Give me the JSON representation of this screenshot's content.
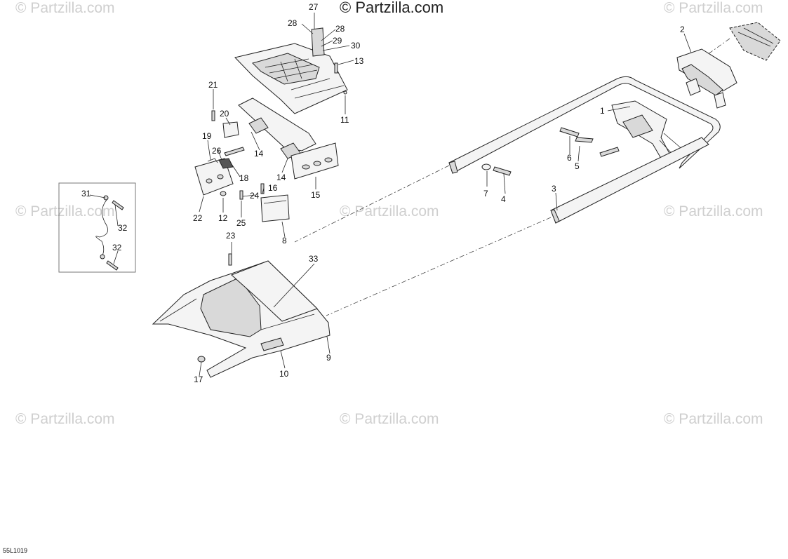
{
  "watermark": {
    "main": "© Partzilla.com",
    "repeat": "© Partzilla.com"
  },
  "figure_code": "55L1019",
  "callouts": {
    "c1": "1",
    "c2": "2",
    "c3": "3",
    "c4": "4",
    "c5": "5",
    "c6": "6",
    "c7": "7",
    "c8": "8",
    "c9": "9",
    "c10": "10",
    "c11": "11",
    "c12": "12",
    "c13": "13",
    "c14a": "14",
    "c14b": "14",
    "c15": "15",
    "c16": "16",
    "c17": "17",
    "c18": "18",
    "c19": "19",
    "c20": "20",
    "c21": "21",
    "c22": "22",
    "c23": "23",
    "c24": "24",
    "c25": "25",
    "c26": "26",
    "c27": "27",
    "c28a": "28",
    "c28b": "28",
    "c29": "29",
    "c30": "30",
    "c31": "31",
    "c32a": "32",
    "c32b": "32",
    "c33": "33"
  }
}
